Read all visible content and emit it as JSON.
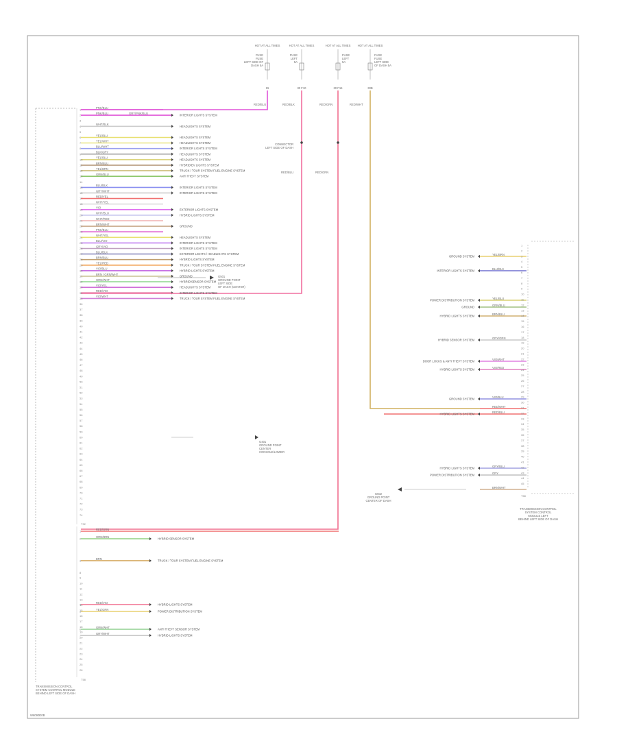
{
  "diagram_id": "W6090D0B",
  "left_module": {
    "label_lines": [
      "TRANSMISSION CONTROL",
      "SYSTEM CONTROL MODULE",
      "BEHIND LEFT SIDE OF DASH"
    ],
    "connector_a": "T58",
    "connector_b": "T32",
    "connector_c": "T58"
  },
  "right_module": {
    "label_lines": [
      "TRANSMISSION CONTROL",
      "SYSTEM CONTROL",
      "MODULE LEFT",
      "BEHIND LEFT SIDE OF DASH"
    ],
    "connector": "T58"
  },
  "fuses": [
    {
      "panel": "HOT AT ALL TIMES",
      "lines": [
        "FUSE",
        "FUSE",
        "LEFT SIDE OF",
        "DASH 5A"
      ],
      "circuit": "15"
    },
    {
      "panel": "HOT AT ALL TIMES",
      "lines": [
        "FUSE",
        "LEFT",
        "5A"
      ],
      "circuit": "30 F10"
    },
    {
      "panel": "HOT AT ALL TIMES",
      "lines": [
        "FUSE",
        "LEFT",
        "5A"
      ],
      "circuit": "30 F15"
    },
    {
      "panel": "HOT AT ALL TIMES",
      "lines": [
        "FUSE",
        "FUSE",
        "LEFT SIDE",
        "OF DASH 5A"
      ],
      "circuit": "30B"
    }
  ],
  "top_wires": [
    "RED/BLU",
    "RED/BLK",
    "RED/GRN",
    "RED/WHT"
  ],
  "mid_wire_labels": [
    "RED/BLU",
    "RED/GRN"
  ],
  "splice_label": [
    "CONNECTOR",
    "LEFT SIDE OF DASH"
  ],
  "left_rows": [
    {
      "pin": "1",
      "wire": "PNK/BLU",
      "color": "#e055d8",
      "dest": ""
    },
    {
      "pin": "2",
      "wire": "PNK/BLU",
      "color": "#e055d8",
      "dest": "INTERIOR LIGHTS SYSTEM",
      "inline": "GRY/PNK/BLU"
    },
    {
      "pin": "3",
      "wire": "",
      "color": "",
      "dest": ""
    },
    {
      "pin": "4",
      "wire": "WHT/BLK",
      "color": "#cccccc",
      "dest": "HEADLIGHTS SYSTEM"
    },
    {
      "pin": "5",
      "wire": "",
      "color": "",
      "dest": ""
    },
    {
      "pin": "6",
      "wire": "YEL/BLU",
      "color": "#e8e070",
      "dest": "HEADLIGHTS SYSTEM"
    },
    {
      "pin": "7",
      "wire": "YEL/WHT",
      "color": "#ece890",
      "dest": "HEADLIGHTS SYSTEM"
    },
    {
      "pin": "8",
      "wire": "BLU/WHT",
      "color": "#9aa0ef",
      "dest": "INTERIOR LIGHTS SYSTEM"
    },
    {
      "pin": "9",
      "wire": "BLK/GRY",
      "color": "#aaaaaa",
      "dest": "HEADLIGHTS SYSTEM"
    },
    {
      "pin": "10",
      "wire": "YEL/BLU",
      "color": "#d8d070",
      "dest": "HEADLIGHTS SYSTEM"
    },
    {
      "pin": "11",
      "wire": "BRN/BLU",
      "color": "#b09070",
      "dest": "HYBRID/EV LIGHTS SYSTEM"
    },
    {
      "pin": "12",
      "wire": "YEL/BRN",
      "color": "#c8b870",
      "dest": "TRUCK / TOUR SYSTEM FUEL ENGINE SYSTEM"
    },
    {
      "pin": "13",
      "wire": "GRN/BLU",
      "color": "#8cc86a",
      "dest": "ANTI THEFT SYSTEM"
    },
    {
      "pin": "14",
      "wire": "",
      "color": "",
      "dest": ""
    },
    {
      "pin": "15",
      "wire": "BLU/BLK",
      "color": "#8a90f0",
      "dest": "INTERIOR LIGHTS SYSTEM"
    },
    {
      "pin": "16",
      "wire": "GRY/WHT",
      "color": "#c8c8c8",
      "dest": "INTERIOR LIGHTS SYSTEM"
    },
    {
      "pin": "17",
      "wire": "RED/YEL",
      "color": "#f07070",
      "dest": ""
    },
    {
      "pin": "18",
      "wire": "WHT/YEL",
      "color": "#dddddd",
      "dest": ""
    },
    {
      "pin": "19",
      "wire": "VIO",
      "color": "#e070f0",
      "dest": "EXTERIOR LIGHTS SYSTEM"
    },
    {
      "pin": "20",
      "wire": "WHT/BLU",
      "color": "#c8c8ef",
      "dest": "HYBRID LIGHTS SYSTEM"
    },
    {
      "pin": "21",
      "wire": "WHT/RED",
      "color": "#f0b0b0",
      "dest": ""
    },
    {
      "pin": "22",
      "wire": "BRN/WHT",
      "color": "#c8a888",
      "dest": "GROUND"
    },
    {
      "pin": "23",
      "wire": "PNK/BLU",
      "color": "#e060d0",
      "dest": ""
    },
    {
      "pin": "24",
      "wire": "WHT/YEL",
      "color": "#e8e070",
      "dest": "HEADLIGHTS SYSTEM"
    },
    {
      "pin": "25",
      "wire": "BLU/VIO",
      "color": "#c080f0",
      "dest": "INTERIOR LIGHTS SYSTEM"
    },
    {
      "pin": "26",
      "wire": "GRY/VIO",
      "color": "#c0a0c0",
      "dest": "INTERIOR LIGHTS SYSTEM"
    },
    {
      "pin": "27",
      "wire": "BLU/BLK",
      "color": "#9090c0",
      "dest": "EXTERIOR LIGHTS / HEADLIGHTS SYSTEM"
    },
    {
      "pin": "28",
      "wire": "BRN/BLU",
      "color": "#c0a070",
      "dest": "HYBRID LIGHTS SYSTEM"
    },
    {
      "pin": "29",
      "wire": "YEL/RED",
      "color": "#f0a050",
      "dest": "TRUCK / TOUR SYSTEM FUEL ENGINE SYSTEM"
    },
    {
      "pin": "30",
      "wire": "VIO/BLU",
      "color": "#c060e0",
      "dest": "HYBRID LIGHTS SYSTEM"
    },
    {
      "pin": "31",
      "wire": "BRN / GRN/WHT",
      "color": "#c8c090",
      "dest": "GROUND"
    },
    {
      "pin": "32",
      "wire": "GRN/WHT",
      "color": "#90d890",
      "dest": "HYBRID/SENSOR SYSTEM"
    },
    {
      "pin": "33",
      "wire": "VIO/YEL",
      "color": "#d070d8",
      "dest": "HEADLIGHTS SYSTEM"
    },
    {
      "pin": "34",
      "wire": "RED/VIO",
      "color": "#e06090",
      "dest": "INTERIOR LIGHTS SYSTEM"
    },
    {
      "pin": "35",
      "wire": "VIO/WHT",
      "color": "#d080d8",
      "dest": "TRUCK / TOUR SYSTEM FUEL ENGINE SYSTEM"
    }
  ],
  "lower_rows": [
    {
      "pin": "1",
      "wire": "RED/GRN",
      "color": "#f07070",
      "dest": ""
    },
    {
      "pin": "2",
      "wire": "GRN/BRN",
      "color": "#90d080",
      "dest": "HYBRID SENSOR SYSTEM"
    },
    {
      "pin": "3",
      "wire": "BRN",
      "color": "#d0a050",
      "dest": "TRUCK / TOUR SYSTEM FUEL ENGINE SYSTEM"
    },
    {
      "pin": "4",
      "wire": "RED/VIO",
      "color": "#f07090",
      "dest": "HYBRID LIGHTS SYSTEM"
    },
    {
      "pin": "5",
      "wire": "YEL/GRN",
      "color": "#e8d070",
      "dest": "POWER DISTRIBUTION SYSTEM"
    },
    {
      "pin": "6",
      "wire": "GRN/WHT",
      "color": "#90d090",
      "dest": "ANTI THEFT SENSOR SYSTEM"
    },
    {
      "pin": "7",
      "wire": "GRY/WHT",
      "color": "#c0c0c0",
      "dest": "HYBRID LIGHTS SYSTEM"
    }
  ],
  "right_rows": [
    {
      "wire": "YEL/BRN",
      "color": "#e8d070",
      "dest": "GROUND SYSTEM"
    },
    {
      "wire": "BLU/BLK",
      "color": "#7070d0",
      "dest": "INTERIOR LIGHTS SYSTEM"
    },
    {
      "wire": "YEL/BLU",
      "color": "#d8d070",
      "dest": "POWER DISTRIBUTION SYSTEM"
    },
    {
      "wire": "GRN/BLU",
      "color": "#a0c080",
      "dest": "GROUND"
    },
    {
      "wire": "BRN/BLU",
      "color": "#d0b070",
      "dest": "HYBRID LIGHTS SYSTEM"
    },
    {
      "wire": "GRY/GRN",
      "color": "#c8c8c8",
      "dest": "HYBRID SENSOR SYSTEM"
    },
    {
      "wire": "VIO/WHT",
      "color": "#e080e0",
      "dest": "DOOR LOCKS & ANTI THEFT SYSTEM"
    },
    {
      "wire": "VIO/RED",
      "color": "#e080c0",
      "dest": "HYBRID LIGHTS SYSTEM"
    },
    {
      "wire": "VIO/BLU",
      "color": "#9090e0",
      "dest": "GROUND SYSTEM"
    },
    {
      "wire": "RED/WHT",
      "color": "#f07070",
      "dest": ""
    },
    {
      "wire": "RED/BLU",
      "color": "#f07070",
      "dest": "HYBRID LIGHTS SYSTEM"
    },
    {
      "wire": "GRY/BLU",
      "color": "#a0a0e0",
      "dest": "HYBRID LIGHTS SYSTEM"
    },
    {
      "wire": "GRY",
      "color": "#c0c0c0",
      "dest": "POWER DISTRIBUTION SYSTEM"
    },
    {
      "wire": "BRN/WHT",
      "color": "#d0b090",
      "dest": ""
    }
  ],
  "ground_labels": {
    "left": [
      "G501",
      "GROUND POINT",
      "LEFT SIDE",
      "OF DASH (CENTER)"
    ],
    "mid": [
      "G401",
      "GROUND POINT",
      "CENTER",
      "CONSOLE/LOWER"
    ],
    "right": [
      "G502",
      "GROUND POINT",
      "CENTER OF DASH"
    ]
  }
}
